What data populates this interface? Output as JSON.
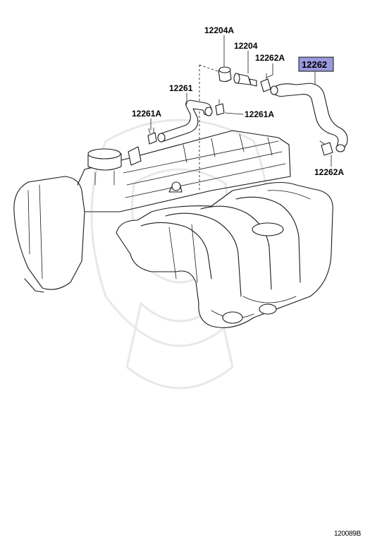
{
  "diagram": {
    "parts": [
      {
        "id": "12204A",
        "highlighted": false
      },
      {
        "id": "12204",
        "highlighted": false
      },
      {
        "id": "12262A",
        "highlighted": false
      },
      {
        "id": "12262",
        "highlighted": true
      },
      {
        "id": "12261",
        "highlighted": false
      },
      {
        "id": "12261A",
        "highlighted": false
      }
    ],
    "labels": {
      "p12204A": "12204A",
      "p12204": "12204",
      "p12262A_top": "12262A",
      "p12262": "12262",
      "p12261": "12261",
      "p12261A_left": "12261A",
      "p12261A_right": "12261A",
      "p12262A_bottom": "12262A"
    },
    "highlight_color": "#9999dd",
    "figure_code": "120089B"
  }
}
